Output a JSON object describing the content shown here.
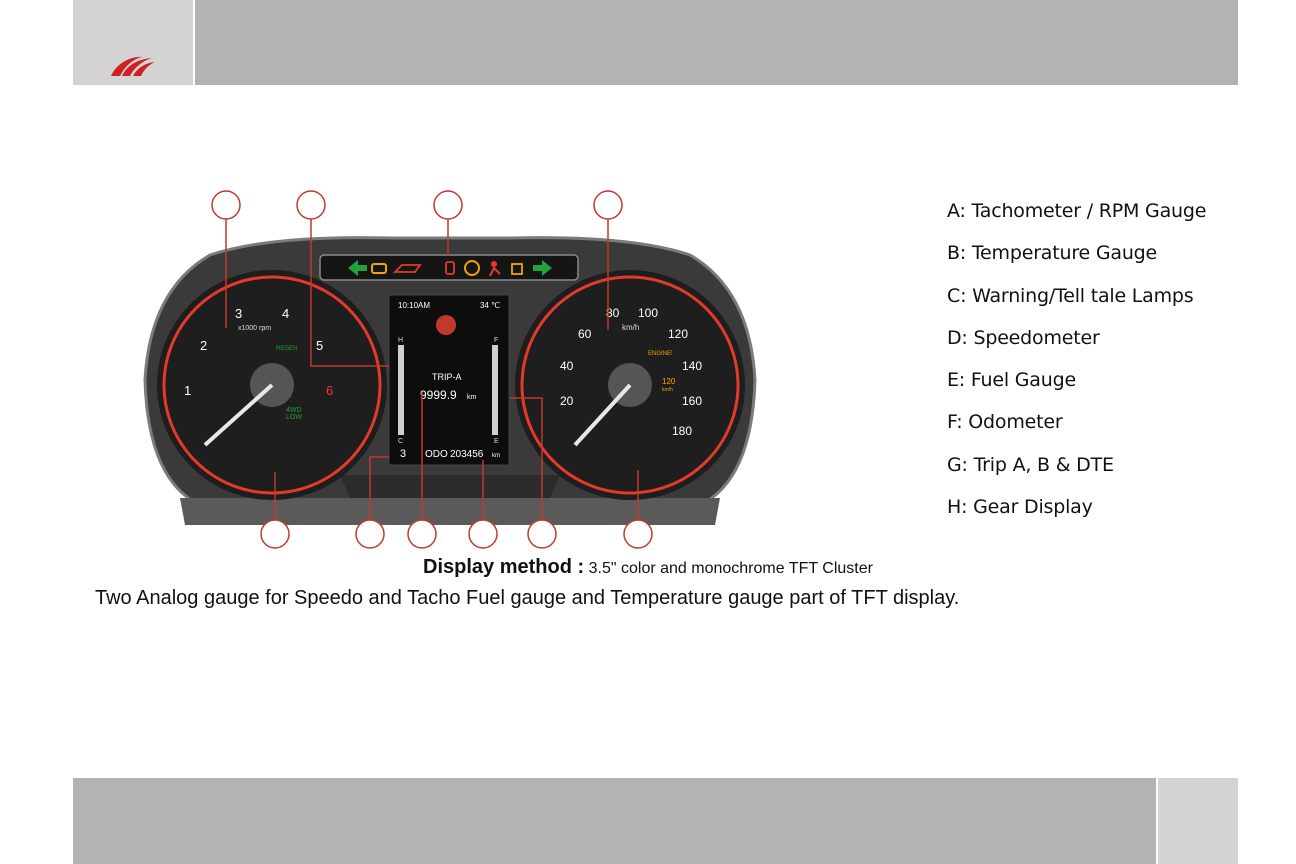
{
  "legend": [
    {
      "letter": "A",
      "label": "Tachometer / RPM Gauge"
    },
    {
      "letter": "B",
      "label": "Temperature Gauge"
    },
    {
      "letter": "C",
      "label": "Warning/Tell tale Lamps"
    },
    {
      "letter": "D",
      "label": "Speedometer"
    },
    {
      "letter": "E",
      "label": "Fuel Gauge"
    },
    {
      "letter": "F",
      "label": "Odometer"
    },
    {
      "letter": "G",
      "label": "Trip A, B & DTE"
    },
    {
      "letter": "H",
      "label": "Gear Display"
    }
  ],
  "legend_text": [
    "A: Tachometer / RPM Gauge",
    "B: Temperature Gauge",
    "C: Warning/Tell tale Lamps",
    "D: Speedometer",
    "E: Fuel Gauge",
    "F: Odometer",
    "G: Trip A, B & DTE",
    "H: Gear Display"
  ],
  "display_method": {
    "label": "Display method :",
    "value": "3.5\" color and monochrome TFT Cluster"
  },
  "description": "Two Analog gauge for Speedo and Tacho  Fuel gauge and Temperature gauge part of TFT display.",
  "cluster": {
    "tacho": {
      "labels": [
        "1",
        "2",
        "3",
        "4",
        "5",
        "6"
      ],
      "unit": "x1000 rpm",
      "regen": "REGEN",
      "four_wd": "4WD",
      "low": "LOW"
    },
    "speedo": {
      "labels": [
        "20",
        "40",
        "60",
        "80",
        "100",
        "120",
        "140",
        "160",
        "180"
      ],
      "unit": "km/h",
      "engine": "ENGINE!",
      "limit": "120",
      "limit_unit": "km/h"
    },
    "tft": {
      "time": "10:10AM",
      "temp": "34 ℃",
      "trip": "TRIP-A",
      "trip_value": "9999.9",
      "trip_unit": "km",
      "gear": "3",
      "odo_label": "ODO",
      "odo_value": "203456",
      "odo_unit": "km",
      "temp_high": "H",
      "temp_low": "C",
      "fuel_full": "F",
      "fuel_empty": "E"
    }
  },
  "colors": {
    "accent_red": "#e53a2a",
    "tell_green": "#1fa33a",
    "tell_amber": "#f0a500",
    "header_gray": "#b3b3b3",
    "logo_red": "#cf2027"
  }
}
